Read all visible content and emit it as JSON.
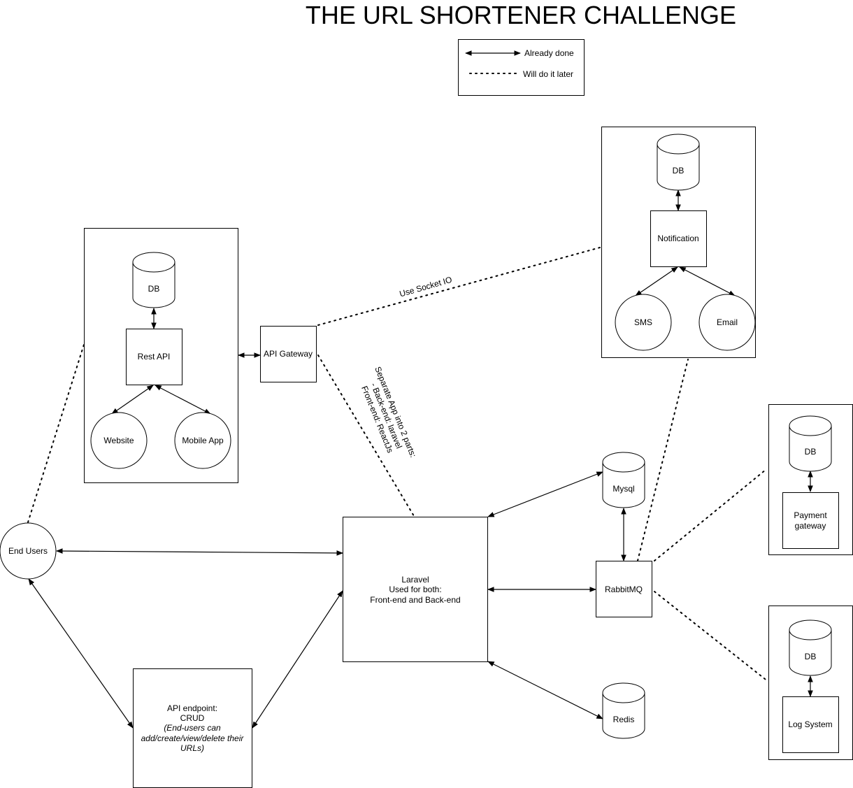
{
  "title": "THE URL SHORTENER CHALLENGE",
  "legend": {
    "done": "Already done",
    "later": "Will do it later"
  },
  "nodes": {
    "db_left": "DB",
    "rest_api": "Rest API",
    "website": "Website",
    "mobile_app": "Mobile App",
    "api_gateway": "API Gateway",
    "db_notification": "DB",
    "notification": "Notification",
    "sms": "SMS",
    "email": "Email",
    "end_users": "End Users",
    "laravel": [
      "Laravel",
      "Used for both:",
      "Front-end and Back-end"
    ],
    "mysql": "Mysql",
    "rabbitmq": "RabbitMQ",
    "redis": "Redis",
    "db_payment": "DB",
    "payment_gateway": [
      "Payment",
      "gateway"
    ],
    "db_log": "DB",
    "log_system": "Log System",
    "api_endpoint": [
      "API endpoint:",
      "CRUD",
      "(End-users can",
      "add/create/view/delete their",
      "URLs)"
    ]
  },
  "edge_labels": {
    "socket": "Use Socket IO",
    "separate": [
      "Separate App into 2 parts:",
      "- Back-end: laravel",
      "Front-end: ReactJs"
    ]
  }
}
